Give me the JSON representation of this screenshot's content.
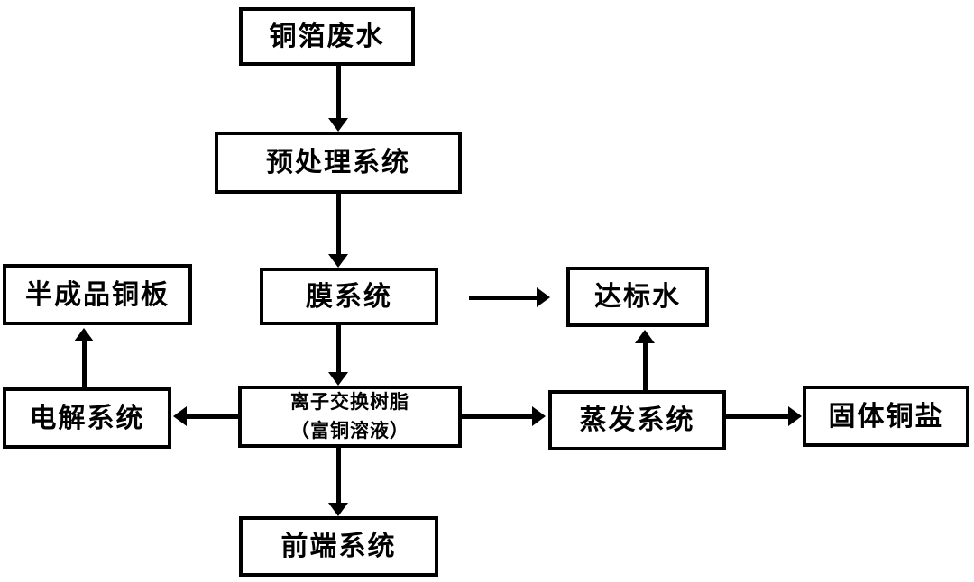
{
  "diagram": {
    "type": "flowchart",
    "background_color": "#ffffff",
    "line_color": "#000000",
    "box_border_color": "#000000",
    "text_color": "#000000"
  },
  "nodes": [
    {
      "id": "copper-foil-wastewater",
      "label": "铜箔废水"
    },
    {
      "id": "pretreatment-system",
      "label": "预处理系统"
    },
    {
      "id": "membrane-system",
      "label": "膜系统"
    },
    {
      "id": "qualified-water",
      "label": "达标水"
    },
    {
      "id": "semi-finished-copper-plate",
      "label": "半成品铜板"
    },
    {
      "id": "electrolysis-system",
      "label": "电解系统"
    },
    {
      "id": "ion-exchange-resin",
      "label": "离子交换树脂",
      "label2": "（富铜溶液）"
    },
    {
      "id": "evaporation-system",
      "label": "蒸发系统"
    },
    {
      "id": "solid-copper-salt",
      "label": "固体铜盐"
    },
    {
      "id": "front-end-system",
      "label": "前端系统"
    }
  ],
  "edges": [
    {
      "from": "copper-foil-wastewater",
      "to": "pretreatment-system",
      "direction": "down"
    },
    {
      "from": "pretreatment-system",
      "to": "membrane-system",
      "direction": "down"
    },
    {
      "from": "membrane-system",
      "to": "qualified-water",
      "direction": "right"
    },
    {
      "from": "membrane-system",
      "to": "ion-exchange-resin",
      "direction": "down"
    },
    {
      "from": "ion-exchange-resin",
      "to": "electrolysis-system",
      "direction": "left"
    },
    {
      "from": "electrolysis-system",
      "to": "semi-finished-copper-plate",
      "direction": "up"
    },
    {
      "from": "ion-exchange-resin",
      "to": "evaporation-system",
      "direction": "right"
    },
    {
      "from": "evaporation-system",
      "to": "qualified-water",
      "direction": "up"
    },
    {
      "from": "evaporation-system",
      "to": "solid-copper-salt",
      "direction": "right"
    },
    {
      "from": "ion-exchange-resin",
      "to": "front-end-system",
      "direction": "down"
    }
  ]
}
